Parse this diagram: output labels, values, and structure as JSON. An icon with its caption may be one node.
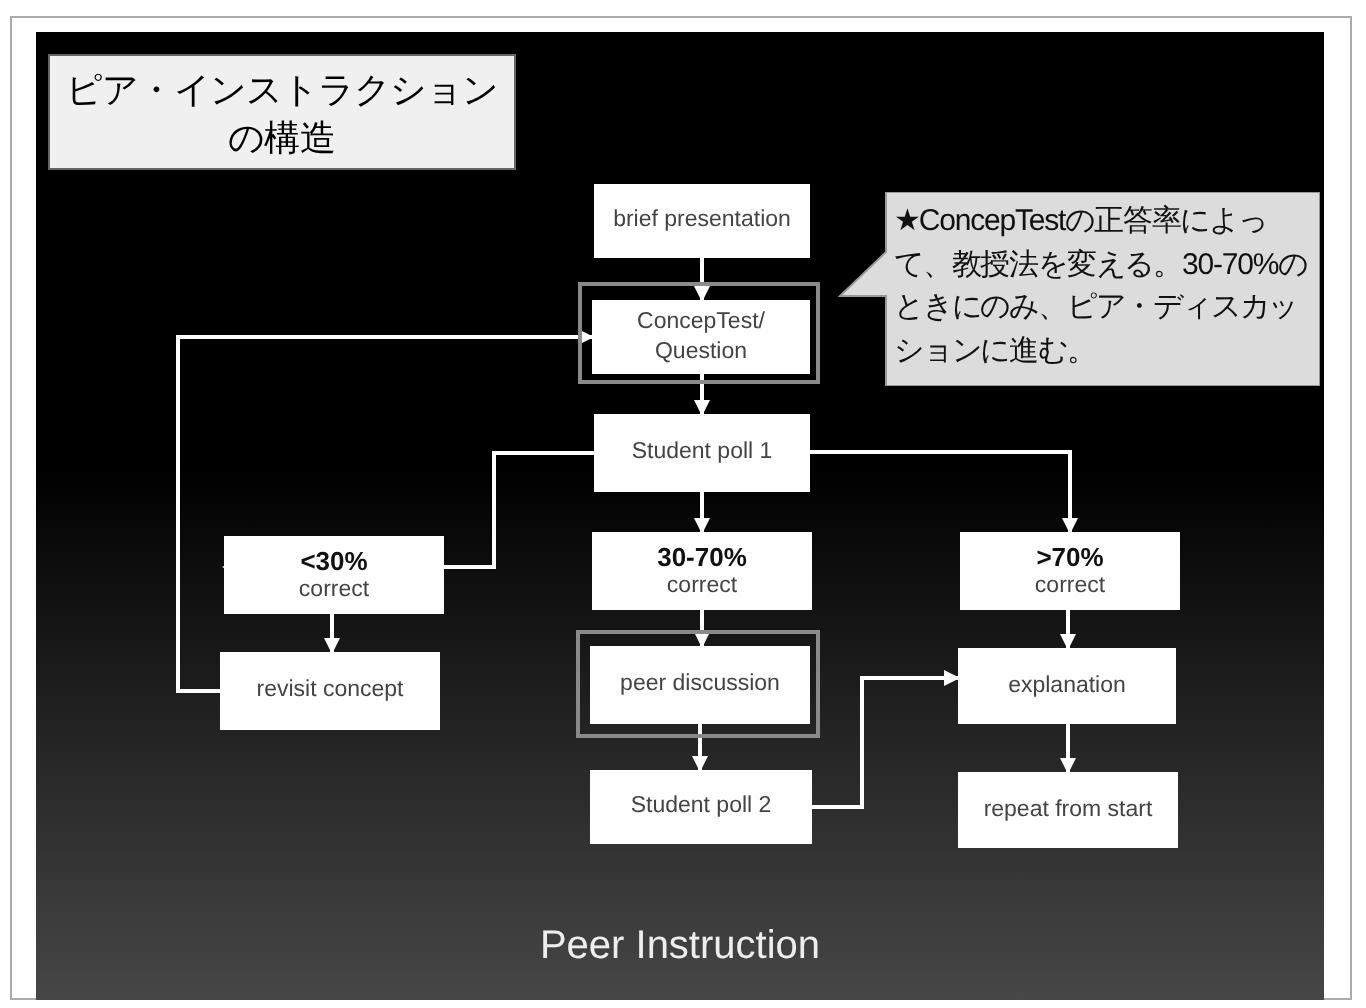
{
  "diagram": {
    "title": "ピア・インストラクションの構造",
    "nodes": [
      {
        "text": [
          "brief presentation"
        ]
      },
      {
        "text": [],
        "shape": "box"
      },
      {
        "text": [
          "ConcepTest/ Question"
        ],
        "in": 1
      },
      {
        "text": [
          "Student poll 1"
        ]
      },
      {
        "text": [
          "**<30%** correct"
        ]
      },
      {
        "text": [
          "**30-70%** correct"
        ]
      },
      {
        "text": [
          "**>70%** correct"
        ]
      },
      {
        "text": [
          "revisit concept"
        ]
      },
      {
        "text": [],
        "shape": "box"
      },
      {
        "text": [
          "peer discussion"
        ],
        "in": 8
      },
      {
        "text": [
          "Student poll 2"
        ]
      },
      {
        "text": [
          "explanation"
        ]
      },
      {
        "text": [
          "repeat from start"
        ]
      },
      {
        "text": [
          "★ConcepTestの正答率によって、教授法を変える。30-70%のときにのみ、ピア・ディスカッションに進む。"
        ]
      }
    ],
    "edges": [
      {
        "from": 0,
        "to": 2,
        "arrow": "to"
      },
      {
        "from": 2,
        "to": 3,
        "arrow": "to"
      },
      {
        "from": 3,
        "to": 4,
        "arrow": "to"
      },
      {
        "from": 3,
        "to": 5,
        "arrow": "to"
      },
      {
        "from": 3,
        "to": 6,
        "arrow": "to"
      },
      {
        "from": 4,
        "to": 7,
        "arrow": "to"
      },
      {
        "from": 7,
        "to": 2,
        "arrow": "to"
      },
      {
        "from": 5,
        "to": 9,
        "arrow": "to"
      },
      {
        "from": 9,
        "to": 10,
        "arrow": "to"
      },
      {
        "from": 10,
        "to": 11,
        "arrow": "to"
      },
      {
        "from": 6,
        "to": 11,
        "arrow": "to"
      },
      {
        "from": 11,
        "to": 12,
        "arrow": "to"
      }
    ],
    "labels": [
      "Peer Instruction"
    ]
  }
}
